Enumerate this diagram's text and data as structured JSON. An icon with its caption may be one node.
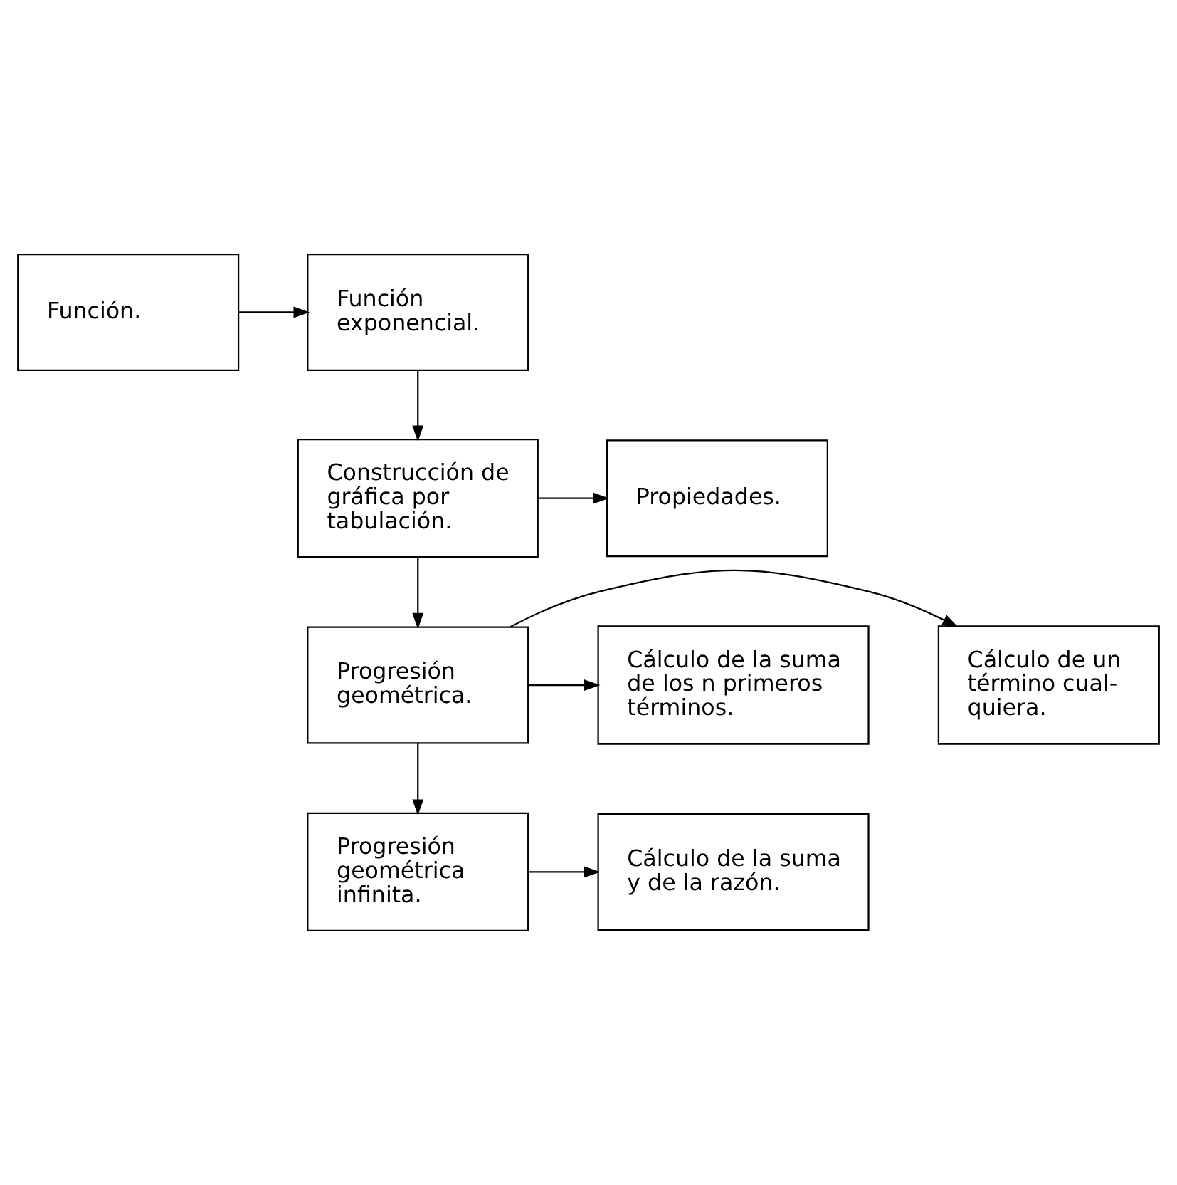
{
  "diagram": {
    "nodes": [
      {
        "text": [
          "Función."
        ]
      },
      {
        "text": [
          "Función exponencial."
        ]
      },
      {
        "text": [
          "Construcción de gráfica por tabulación."
        ]
      },
      {
        "text": [
          "Propiedades."
        ]
      },
      {
        "text": [
          "Progresión geométrica."
        ]
      },
      {
        "text": [
          "Cálculo de un término cual- quiera."
        ]
      },
      {
        "text": [
          "Cálculo de la suma de los n primeros términos."
        ]
      },
      {
        "text": [
          "Progresión geométrica infinita."
        ]
      },
      {
        "text": [
          "Cálculo de la suma y de la razón."
        ]
      }
    ],
    "edges": [
      {
        "from": 0,
        "to": 1,
        "arrow": "to"
      },
      {
        "from": 1,
        "to": 2,
        "arrow": "to"
      },
      {
        "from": 2,
        "to": 3,
        "arrow": "to"
      },
      {
        "from": 2,
        "to": 4,
        "arrow": "to"
      },
      {
        "from": 4,
        "to": 5,
        "arrow": "to"
      },
      {
        "from": 4,
        "to": 6,
        "arrow": "to"
      },
      {
        "from": 4,
        "to": 7,
        "arrow": "to"
      },
      {
        "from": 7,
        "to": 8,
        "arrow": "to"
      }
    ]
  }
}
